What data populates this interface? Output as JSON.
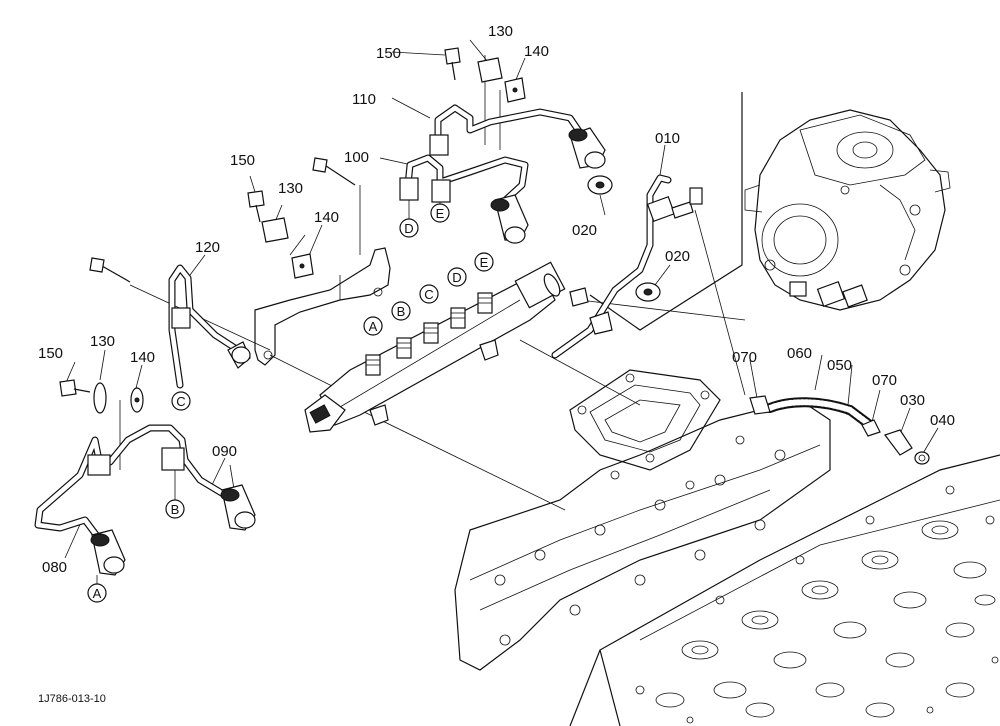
{
  "figure_code": "1J786-013-10",
  "part_labels": {
    "p010": "010",
    "p020a": "020",
    "p020b": "020",
    "p030": "030",
    "p040": "040",
    "p050": "050",
    "p060": "060",
    "p070a": "070",
    "p070b": "070",
    "p080": "080",
    "p090": "090",
    "p100": "100",
    "p110": "110",
    "p120": "120",
    "p130a": "130",
    "p130b": "130",
    "p130c": "130",
    "p140a": "140",
    "p140b": "140",
    "p140c": "140",
    "p150a": "150",
    "p150b": "150",
    "p150c": "150"
  },
  "circle_refs": {
    "rail_A": "A",
    "rail_B": "B",
    "rail_C": "C",
    "rail_D": "D",
    "rail_E": "E",
    "pipe100_D": "D",
    "pipe100_E": "E",
    "pipe120_C": "C",
    "pipe090_B": "B",
    "pipe080_A": "A"
  }
}
